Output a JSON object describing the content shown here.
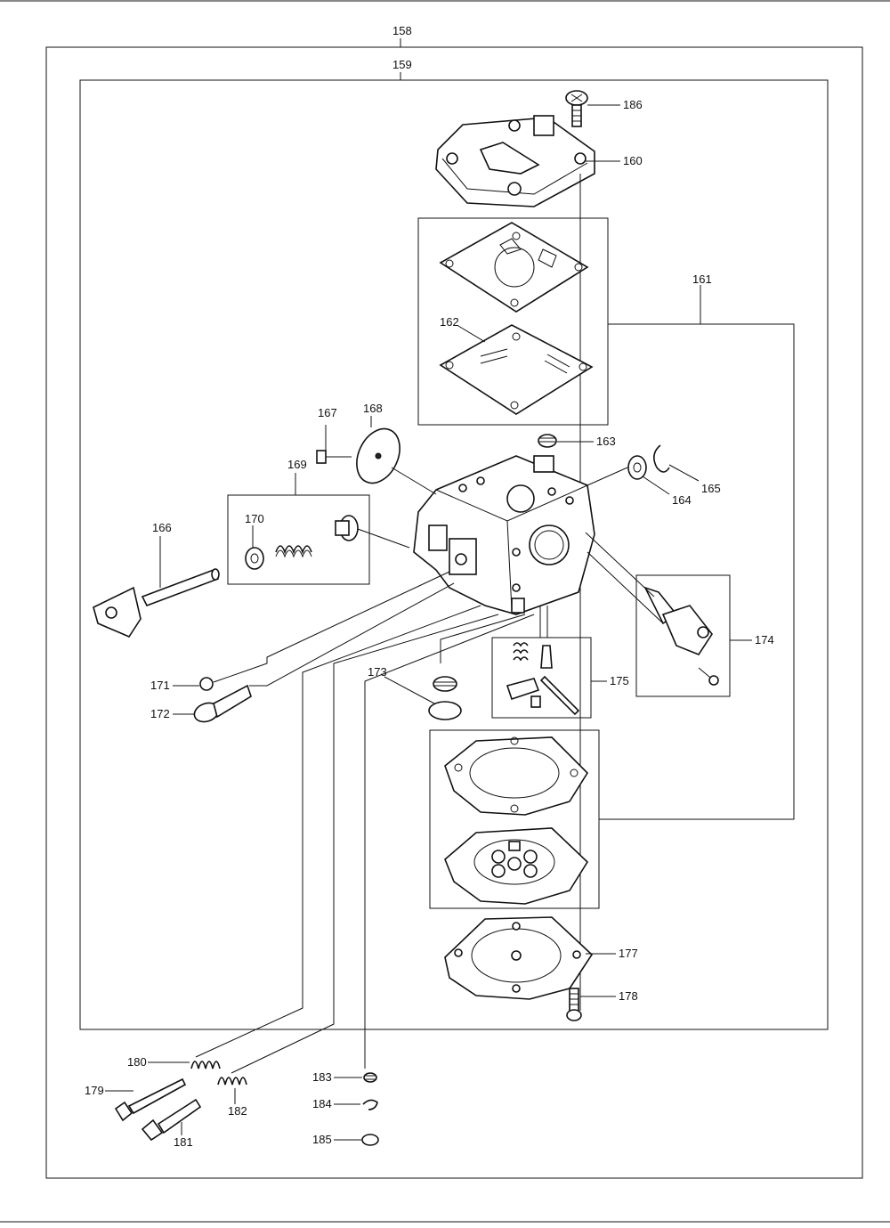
{
  "diagram": {
    "labels": {
      "p158": "158",
      "p159": "159",
      "p160": "160",
      "p161": "161",
      "p162": "162",
      "p163": "163",
      "p164": "164",
      "p165": "165",
      "p166": "166",
      "p167": "167",
      "p168": "168",
      "p169": "169",
      "p170": "170",
      "p171": "171",
      "p172": "172",
      "p173": "173",
      "p174": "174",
      "p175": "175",
      "p177": "177",
      "p178": "178",
      "p179": "179",
      "p180": "180",
      "p181": "181",
      "p182": "182",
      "p183": "183",
      "p184": "184",
      "p185": "185",
      "p186": "186"
    }
  }
}
